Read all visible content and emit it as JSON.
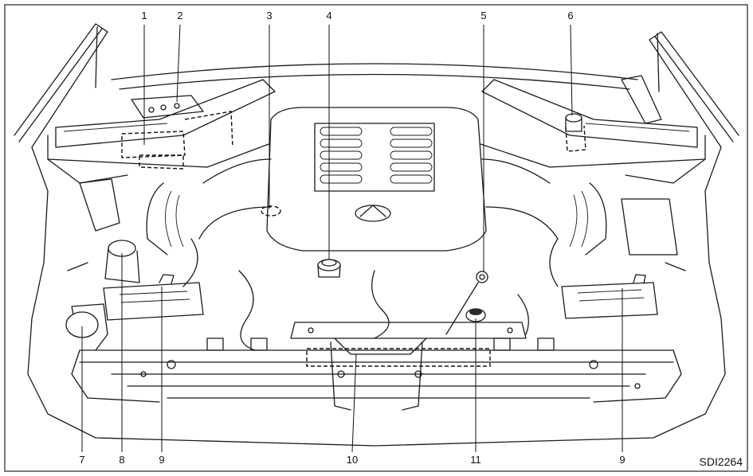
{
  "callouts": [
    {
      "label": "1"
    },
    {
      "label": "2"
    },
    {
      "label": "3"
    },
    {
      "label": "4"
    },
    {
      "label": "5"
    },
    {
      "label": "6"
    },
    {
      "label": "7"
    },
    {
      "label": "8"
    },
    {
      "label": "9"
    },
    {
      "label": "10"
    },
    {
      "label": "11"
    },
    {
      "label": "9"
    }
  ],
  "figure_ref": "SDI2264"
}
